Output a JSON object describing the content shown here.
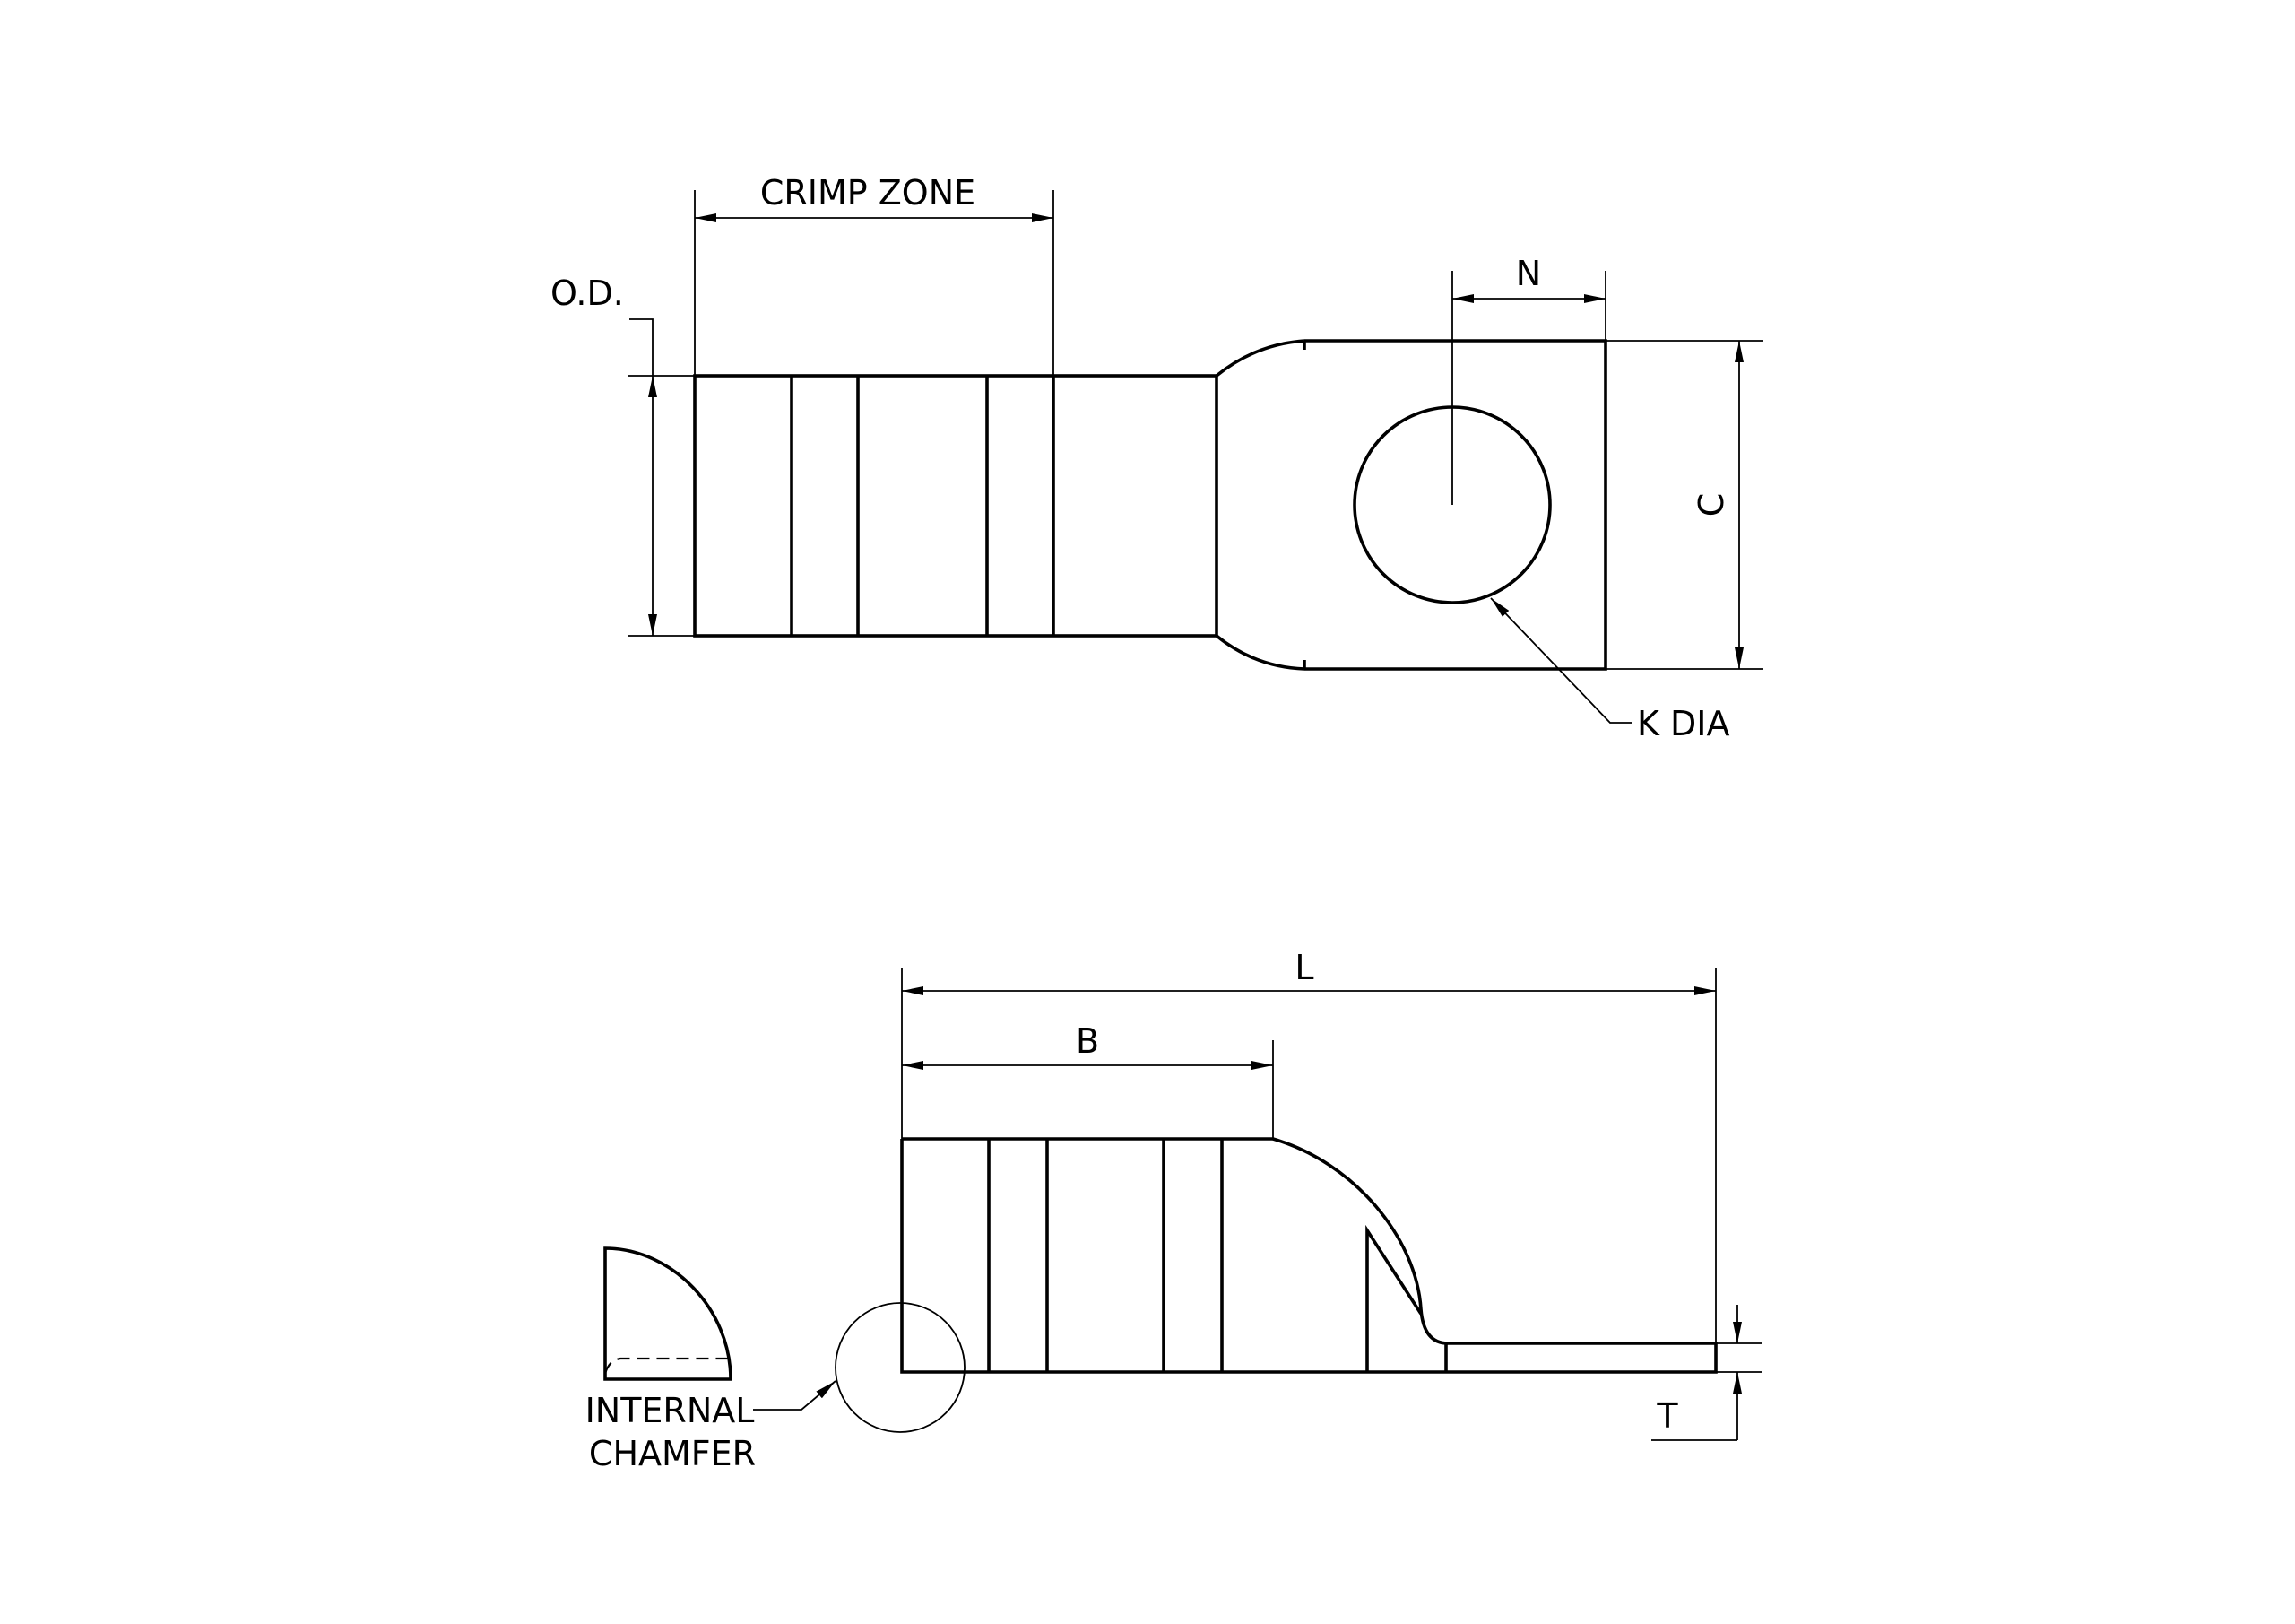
{
  "labels": {
    "crimp_zone": "CRIMP ZONE",
    "od": "O.D.",
    "n": "N",
    "c": "C",
    "k_dia": "K DIA",
    "l": "L",
    "b": "B",
    "t": "T",
    "internal": "INTERNAL",
    "chamfer": "CHAMFER"
  },
  "colors": {
    "line": "#000000",
    "background": "#ffffff"
  }
}
